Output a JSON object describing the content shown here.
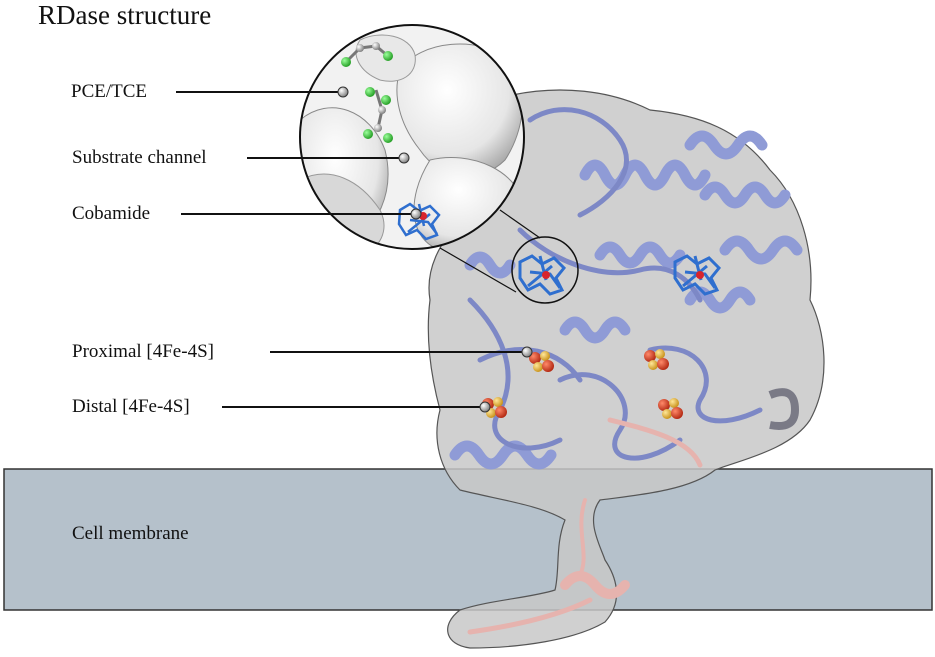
{
  "title": "RDase structure",
  "labels": {
    "pce_tce": "PCE/TCE",
    "substrate_channel": "Substrate channel",
    "cobamide": "Cobamide",
    "proximal": "Proximal [4Fe-4S]",
    "distal": "Distal [4Fe-4S]",
    "membrane": "Cell membrane"
  },
  "colors": {
    "protein_ribbon": "#8f9bd6",
    "protein_ribbon_dark": "#5c67a8",
    "tail_ribbon": "#e6b3ae",
    "surface_shadow": "#c8c8c8",
    "membrane": "#b5c1cb",
    "cobamide": "#2f6fcf",
    "iron_sulfur_red": "#c8321e",
    "iron_sulfur_yellow": "#e2b33a",
    "halogen_green": "#3fc43f"
  }
}
